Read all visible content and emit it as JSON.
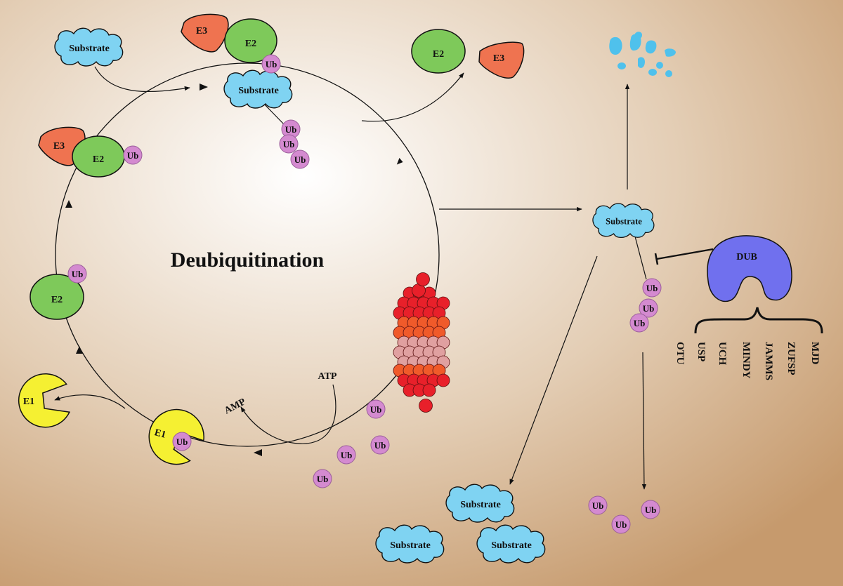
{
  "title": "Deubiquitination",
  "labels": {
    "substrate": "Substrate",
    "ub": "Ub",
    "e1": "E1",
    "e2": "E2",
    "e3": "E3",
    "atp": "ATP",
    "amp": "AMP",
    "dub": "DUB"
  },
  "dub_families": [
    "OTU",
    "USP",
    "UCH",
    "MINDY",
    "JAMMS",
    "ZUFSP",
    "MJD"
  ],
  "colors": {
    "background_center": "#ffffff",
    "background_edge": "#c69a6d",
    "substrate": "#7fd3f2",
    "ub": "#d48ad0",
    "e1": "#f5f032",
    "e2": "#7ec95a",
    "e3": "#ef7350",
    "dub": "#7070ee",
    "fragments": "#4fc1ec",
    "proteasome_red": "#e8202a",
    "proteasome_orange": "#f05a2a",
    "proteasome_pink": "#e0a0a0"
  }
}
